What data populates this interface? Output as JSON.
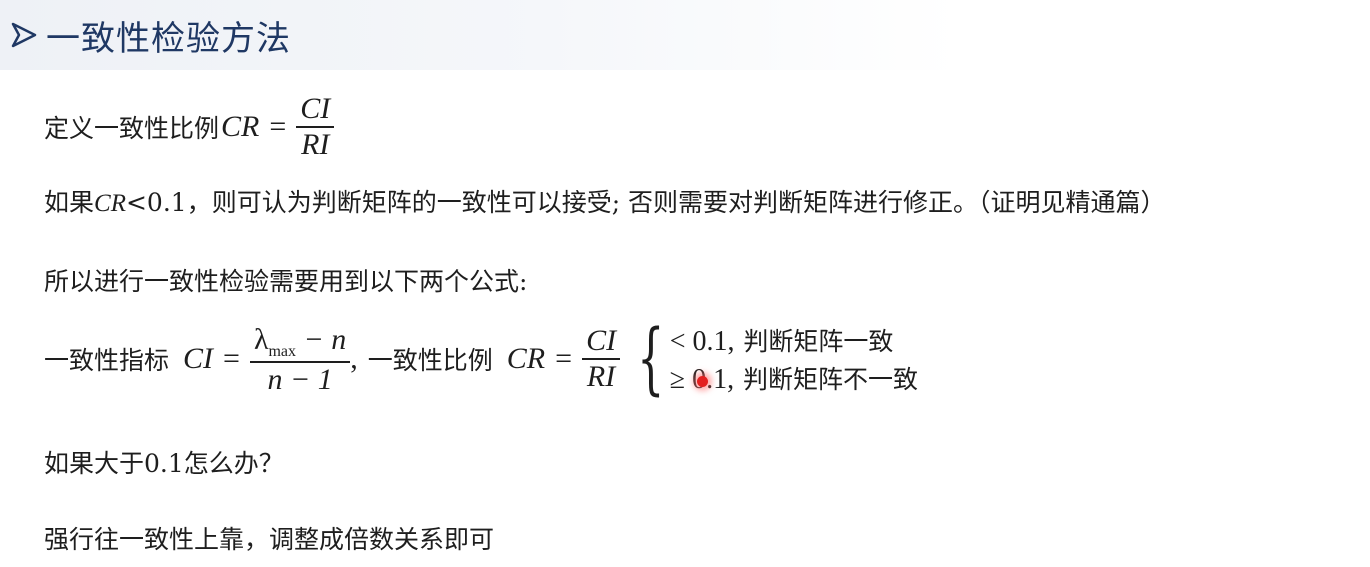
{
  "slide": {
    "title": "一致性检验方法",
    "colors": {
      "title": "#1f3864",
      "text": "#1e1e1e",
      "pointer": "#e32020"
    },
    "icons": {
      "title_bullet": "arrowhead-bullet-icon",
      "pointer": "laser-pointer-dot"
    }
  },
  "definition": {
    "prefix": "定义一致性比例",
    "lhs": "CR",
    "equals": "=",
    "numerator": "CI",
    "denominator": "RI"
  },
  "condition": {
    "prefix": "如果",
    "var": "CR",
    "threshold": "<0.1，",
    "text": "则可认为判断矩阵的一致性可以接受; 否则需要对判断矩阵进行修正。（证明见精通篇）"
  },
  "intro": {
    "text": "所以进行一致性检验需要用到以下两个公式:"
  },
  "formulas": {
    "ci_label": "一致性指标",
    "ci_lhs": "CI",
    "equals": "=",
    "ci_num_lambda": "λ",
    "ci_num_sub": "max",
    "ci_num_rest": " − n",
    "ci_den": "n − 1",
    "separator": ",",
    "cr_label": "一致性比例",
    "cr_lhs": "CR",
    "cr_num": "CI",
    "cr_den": "RI",
    "cases": [
      {
        "condition": "< 0.1",
        "comma": ",",
        "desc": "判断矩阵一致"
      },
      {
        "condition": "≥ 0.1",
        "comma": ",",
        "desc": "判断矩阵不一致"
      }
    ]
  },
  "question": {
    "text": "如果大于0.1怎么办？"
  },
  "answer": {
    "text": "强行往一致性上靠，调整成倍数关系即可"
  }
}
